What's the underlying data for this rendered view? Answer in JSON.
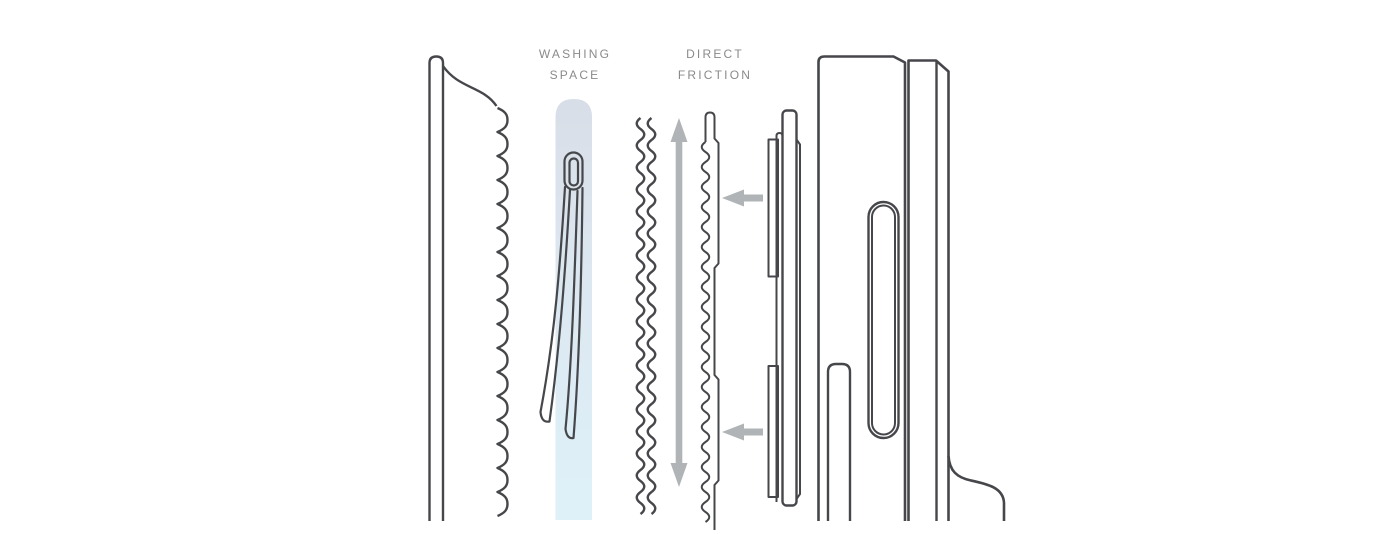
{
  "diagram": {
    "title": "washing space vs direct friction exploded diagram",
    "labels": {
      "washing_space": {
        "line1": "washing",
        "line2": "space"
      },
      "direct_friction": {
        "line1": "direct",
        "line2": "friction"
      }
    },
    "arrows": {
      "vertical_double_arrow": "up-down motion",
      "left_arrow_count": 2
    },
    "colors": {
      "outline": "#46474b",
      "arrow_gray": "#b1b4b6",
      "label_gray": "#8a8a8a",
      "band_top": "#d8dee7",
      "band_bottom": "#def1f9",
      "background": "#ffffff"
    }
  }
}
